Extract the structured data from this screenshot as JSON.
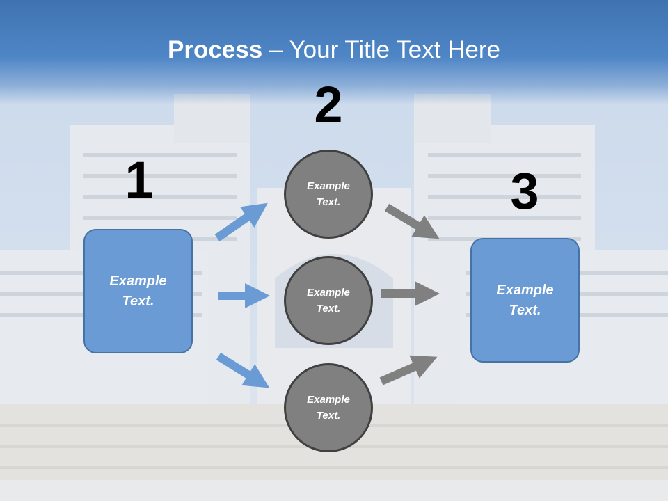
{
  "title": {
    "bold": "Process",
    "rest": " – Your Title Text Here"
  },
  "numbers": [
    "1",
    "2",
    "3"
  ],
  "boxes": {
    "left": "Example\nText.",
    "right": "Example\nText."
  },
  "circles": [
    "Example\nText.",
    "Example\nText.",
    "Example\nText."
  ],
  "colors": {
    "title_bar": "#4f86c6",
    "box_fill": "#6a9bd4",
    "circle_fill": "#808080",
    "arrow_blue": "#6a9bd4",
    "arrow_gray": "#808080"
  },
  "background": "faded photo of large white government building with plaza"
}
